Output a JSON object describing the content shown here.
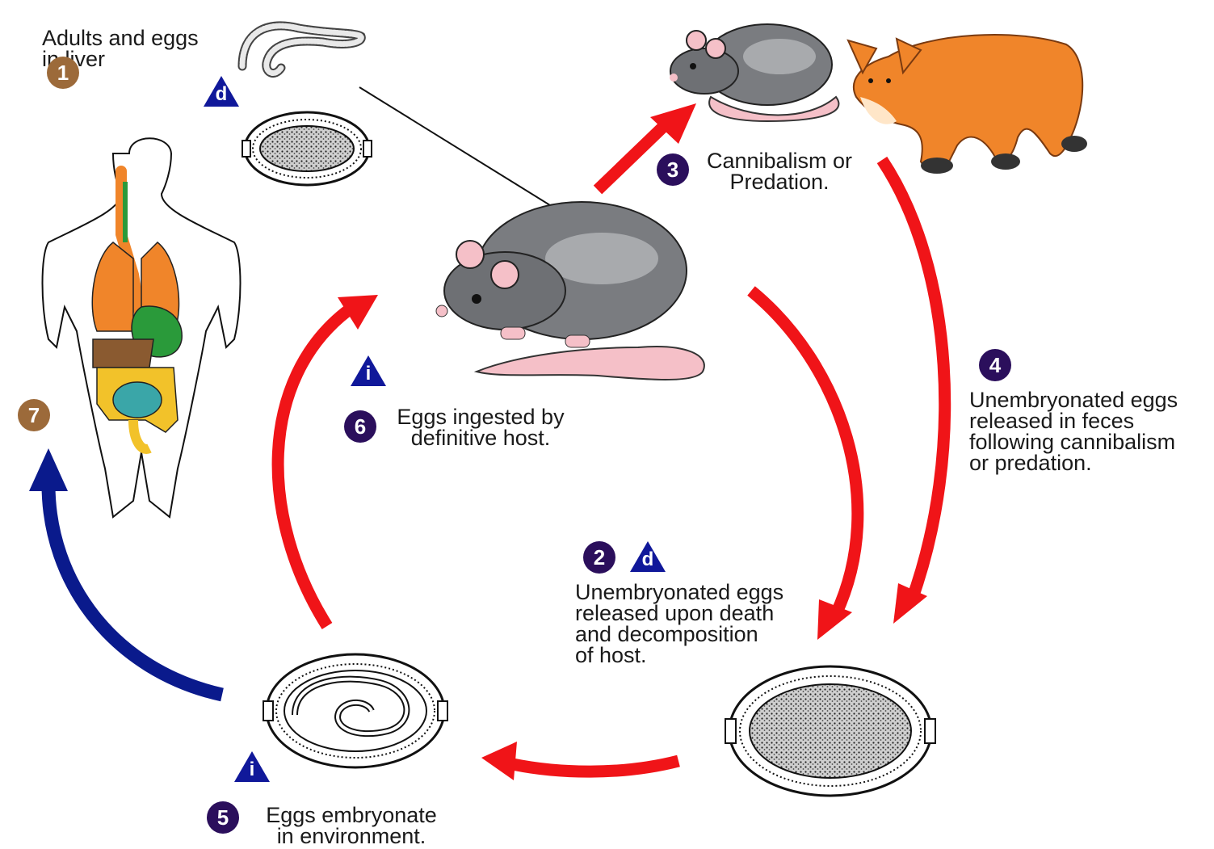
{
  "colors": {
    "cycle_arrow": "#f01418",
    "human_arrow": "#0a1a8c",
    "step_badge_dark": "#2b0f5c",
    "step_badge_brown": "#9c6a3a",
    "stage_marker": "#10189a",
    "rat_gray": "#7a7c80",
    "fox_orange": "#f0852a"
  },
  "steps": {
    "s1": {
      "number": "1",
      "text": "Adults and eggs\n in liver"
    },
    "s2": {
      "number": "2",
      "text": "Unembryonated eggs\nreleased upon death\nand decomposition\nof host."
    },
    "s3": {
      "number": "3",
      "text": "Cannibalism or\nPredation."
    },
    "s4": {
      "number": "4",
      "text": "Unembryonated eggs\nreleased in feces\nfollowing cannibalism\nor predation."
    },
    "s5": {
      "number": "5",
      "text": "Eggs embryonate\nin environment."
    },
    "s6": {
      "number": "6",
      "text": "Eggs ingested by\ndefinitive host."
    },
    "s7": {
      "number": "7"
    }
  },
  "markers": {
    "diagnostic": "d",
    "infective": "i"
  },
  "illustrations": [
    "adult-worm-icon",
    "liver-egg-icon",
    "rat-definitive-host-icon",
    "rat-prey-icon",
    "fox-predator-icon",
    "human-body-icon",
    "unembryonated-egg-icon",
    "embryonated-egg-icon"
  ]
}
